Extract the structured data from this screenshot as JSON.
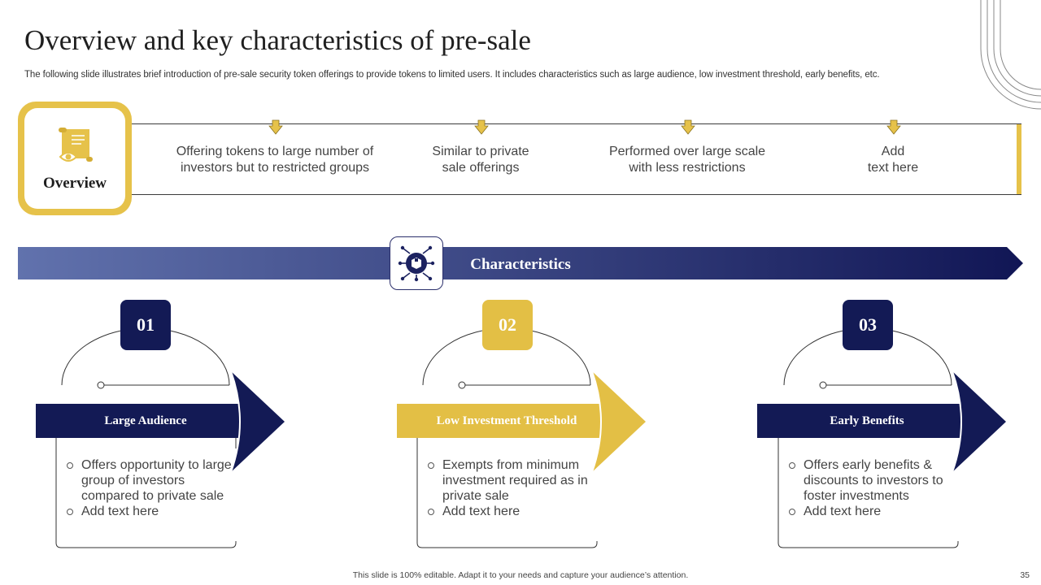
{
  "slide": {
    "title": "Overview and key characteristics of pre-sale",
    "subtitle": "The following slide illustrates brief introduction of pre-sale security token offerings to provide tokens to limited users. It includes characteristics such as large audience, low investment threshold, early benefits, etc.",
    "footer": "This slide is 100% editable. Adapt it to your needs and capture your audience’s attention.",
    "page_number": "35"
  },
  "overview": {
    "label": "Overview",
    "icon": "scroll-eye-icon",
    "items": [
      {
        "line1": "Offering tokens to large number of",
        "line2": "investors but to restricted groups"
      },
      {
        "line1": "Similar to private",
        "line2": "sale offerings"
      },
      {
        "line1": "Performed over large scale",
        "line2": "with less restrictions"
      },
      {
        "line1": "Add",
        "line2": "text here"
      }
    ]
  },
  "characteristics": {
    "label": "Characteristics",
    "icon": "circuit-box-icon",
    "cards": [
      {
        "number": "01",
        "label": "Large Audience",
        "color": "#131a55",
        "bullets": [
          "Offers opportunity to large group of investors compared to private sale",
          "Add text here"
        ]
      },
      {
        "number": "02",
        "label": "Low Investment Threshold",
        "color": "#e3bf45",
        "bullets": [
          "Exempts from minimum investment required as in private sale",
          "Add text here"
        ]
      },
      {
        "number": "03",
        "label": "Early Benefits",
        "color": "#131a55",
        "bullets": [
          "Offers early benefits & discounts to investors to foster investments",
          "Add text here"
        ]
      }
    ]
  },
  "colors": {
    "navy": "#131a55",
    "gold": "#e6c24a",
    "banner_start": "#6172ad",
    "banner_end": "#111655"
  }
}
